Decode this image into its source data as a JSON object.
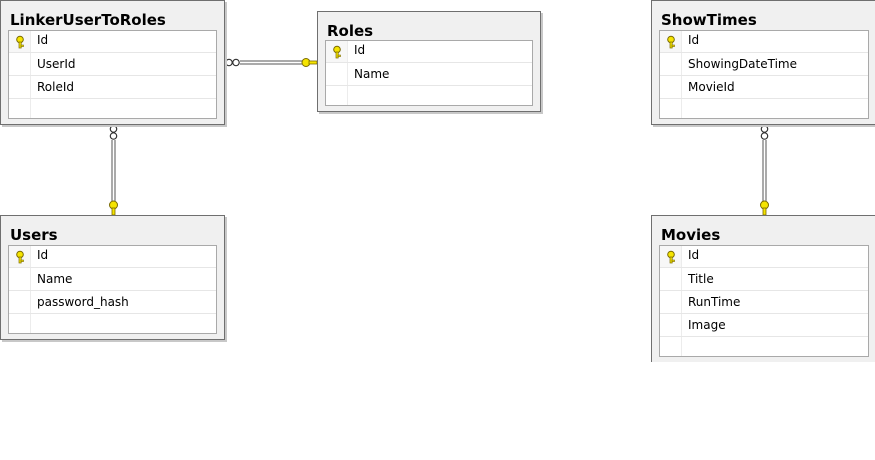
{
  "tables": {
    "linker": {
      "name": "LinkerUserToRoles",
      "columns": [
        {
          "name": "Id",
          "key": true
        },
        {
          "name": "UserId",
          "key": false
        },
        {
          "name": "RoleId",
          "key": false
        }
      ]
    },
    "roles": {
      "name": "Roles",
      "columns": [
        {
          "name": "Id",
          "key": true
        },
        {
          "name": "Name",
          "key": false
        }
      ]
    },
    "showtimes": {
      "name": "ShowTimes",
      "columns": [
        {
          "name": "Id",
          "key": true
        },
        {
          "name": "ShowingDateTime",
          "key": false
        },
        {
          "name": "MovieId",
          "key": false
        }
      ]
    },
    "users": {
      "name": "Users",
      "columns": [
        {
          "name": "Id",
          "key": true
        },
        {
          "name": "Name",
          "key": false
        },
        {
          "name": "password_hash",
          "key": false
        }
      ]
    },
    "movies": {
      "name": "Movies",
      "columns": [
        {
          "name": "Id",
          "key": true
        },
        {
          "name": "Title",
          "key": false
        },
        {
          "name": "RunTime",
          "key": false
        },
        {
          "name": "Image",
          "key": false
        }
      ]
    }
  },
  "relationships": [
    {
      "from": "LinkerUserToRoles",
      "to": "Roles",
      "many_end": "LinkerUserToRoles",
      "one_end": "Roles"
    },
    {
      "from": "LinkerUserToRoles",
      "to": "Users",
      "many_end": "LinkerUserToRoles",
      "one_end": "Users"
    },
    {
      "from": "ShowTimes",
      "to": "Movies",
      "many_end": "ShowTimes",
      "one_end": "Movies"
    }
  ],
  "colors": {
    "key_yellow": "#f5e400",
    "key_outline": "#7a6a00",
    "connector": "#555555",
    "panel": "#f0f0f0",
    "border": "#6f6f6f"
  },
  "icons": {
    "primary_key": "key-icon",
    "many_end": "infinity-icon",
    "one_end": "key-icon"
  }
}
